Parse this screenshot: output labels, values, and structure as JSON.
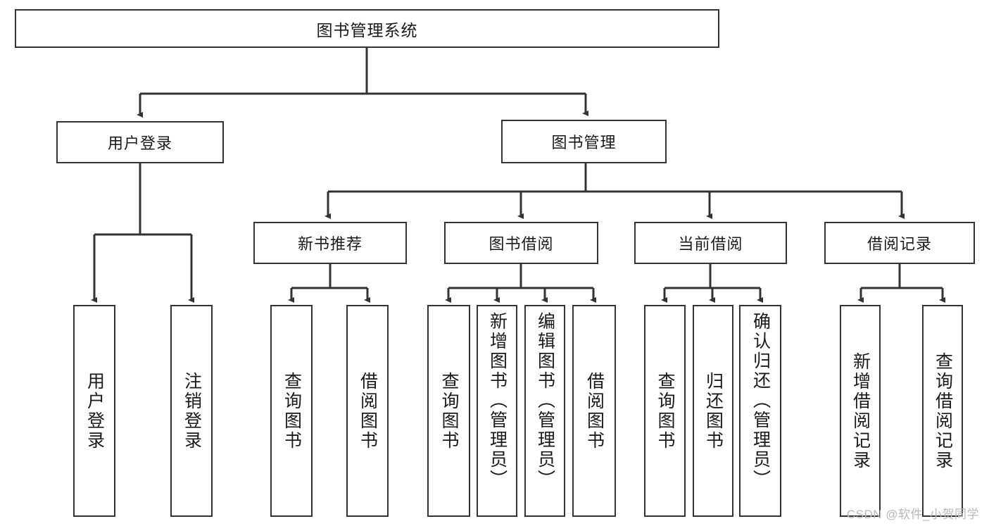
{
  "diagram": {
    "title": "图书管理系统",
    "type": "tree",
    "watermark": "CSDN @软件_小贺同学",
    "root": {
      "label": "图书管理系统"
    },
    "level2": [
      {
        "label": "用户登录"
      },
      {
        "label": "图书管理"
      }
    ],
    "level3": [
      {
        "label": "新书推荐"
      },
      {
        "label": "图书借阅"
      },
      {
        "label": "当前借阅"
      },
      {
        "label": "借阅记录"
      }
    ],
    "leaves": {
      "user_login": [
        {
          "label": "用户登录"
        },
        {
          "label": "注销登录"
        }
      ],
      "new_book_recommend": [
        {
          "label": "查询图书"
        },
        {
          "label": "借阅图书"
        }
      ],
      "book_borrow": [
        {
          "label": "查询图书"
        },
        {
          "label": "新增图书（管理员）"
        },
        {
          "label": "编辑图书（管理员）"
        },
        {
          "label": "借阅图书"
        }
      ],
      "current_borrow": [
        {
          "label": "查询图书"
        },
        {
          "label": "归还图书"
        },
        {
          "label": "确认归还（管理员）"
        }
      ],
      "borrow_records": [
        {
          "label": "新增借阅记录"
        },
        {
          "label": "查询借阅记录"
        }
      ]
    },
    "colors": {
      "stroke": "#333333",
      "fill": "#ffffff",
      "text": "#1a1a1a",
      "watermark": "#b9b9b9"
    }
  }
}
